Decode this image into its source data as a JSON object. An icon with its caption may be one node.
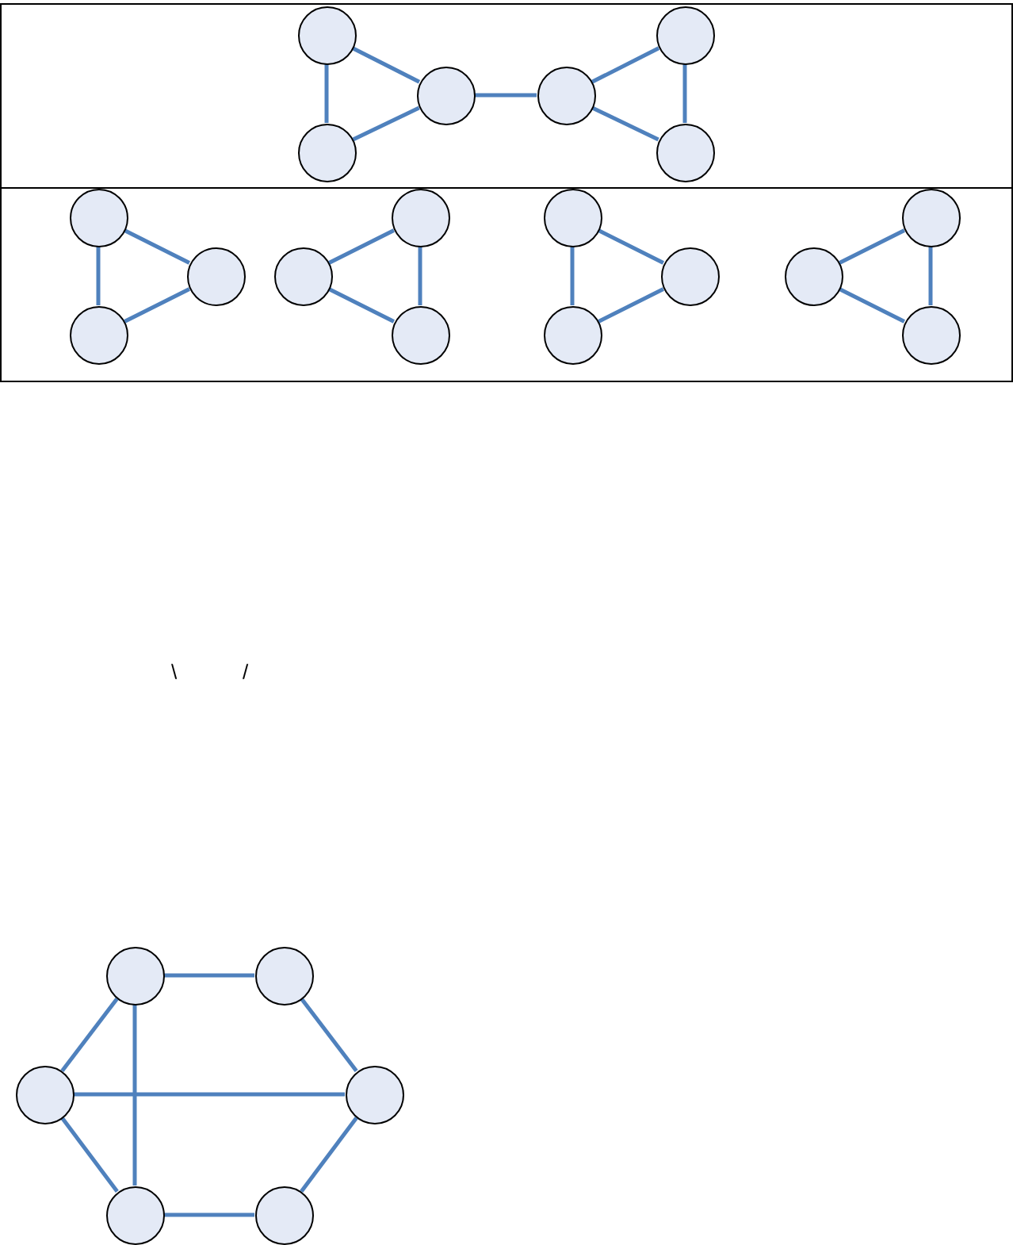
{
  "diagram": {
    "nodes": [
      {
        "text": [],
        "shape": "box"
      },
      {
        "text": [],
        "shape": "circle",
        "in": 0
      },
      {
        "text": [],
        "shape": "circle",
        "in": 0
      },
      {
        "text": [],
        "shape": "circle",
        "in": 0
      },
      {
        "text": [],
        "shape": "circle",
        "in": 0
      },
      {
        "text": [],
        "shape": "circle",
        "in": 0
      },
      {
        "text": [],
        "shape": "circle",
        "in": 0
      },
      {
        "text": [],
        "shape": "box"
      },
      {
        "text": [],
        "shape": "circle",
        "in": 7
      },
      {
        "text": [],
        "shape": "circle",
        "in": 7
      },
      {
        "text": [],
        "shape": "circle",
        "in": 7
      },
      {
        "text": [],
        "shape": "circle",
        "in": 7
      },
      {
        "text": [],
        "shape": "circle",
        "in": 7
      },
      {
        "text": [],
        "shape": "circle",
        "in": 7
      },
      {
        "text": [],
        "shape": "circle",
        "in": 7
      },
      {
        "text": [],
        "shape": "circle",
        "in": 7
      },
      {
        "text": [],
        "shape": "circle",
        "in": 7
      },
      {
        "text": [],
        "shape": "circle",
        "in": 7
      },
      {
        "text": [],
        "shape": "circle",
        "in": 7
      },
      {
        "text": [],
        "shape": "circle",
        "in": 7
      },
      {
        "text": [],
        "shape": "circle"
      },
      {
        "text": [],
        "shape": "circle"
      },
      {
        "text": [],
        "shape": "circle"
      },
      {
        "text": [],
        "shape": "circle"
      },
      {
        "text": [],
        "shape": "circle"
      },
      {
        "text": [],
        "shape": "circle"
      }
    ],
    "edges": [
      {
        "from": 1,
        "to": 2,
        "arrow": "none"
      },
      {
        "from": 1,
        "to": 3,
        "arrow": "none"
      },
      {
        "from": 2,
        "to": 3,
        "arrow": "none"
      },
      {
        "from": 3,
        "to": 4,
        "arrow": "none"
      },
      {
        "from": 4,
        "to": 5,
        "arrow": "none"
      },
      {
        "from": 4,
        "to": 6,
        "arrow": "none"
      },
      {
        "from": 5,
        "to": 6,
        "arrow": "none"
      },
      {
        "from": 8,
        "to": 9,
        "arrow": "none"
      },
      {
        "from": 8,
        "to": 10,
        "arrow": "none"
      },
      {
        "from": 9,
        "to": 10,
        "arrow": "none"
      },
      {
        "from": 11,
        "to": 12,
        "arrow": "none"
      },
      {
        "from": 11,
        "to": 13,
        "arrow": "none"
      },
      {
        "from": 12,
        "to": 13,
        "arrow": "none"
      },
      {
        "from": 14,
        "to": 15,
        "arrow": "none"
      },
      {
        "from": 14,
        "to": 16,
        "arrow": "none"
      },
      {
        "from": 15,
        "to": 16,
        "arrow": "none"
      },
      {
        "from": 17,
        "to": 18,
        "arrow": "none"
      },
      {
        "from": 17,
        "to": 19,
        "arrow": "none"
      },
      {
        "from": 18,
        "to": 19,
        "arrow": "none"
      },
      {
        "from": 20,
        "to": 21,
        "arrow": "none"
      },
      {
        "from": 21,
        "to": 23,
        "arrow": "none"
      },
      {
        "from": 23,
        "to": 25,
        "arrow": "none"
      },
      {
        "from": 25,
        "to": 24,
        "arrow": "none"
      },
      {
        "from": 24,
        "to": 22,
        "arrow": "none"
      },
      {
        "from": 22,
        "to": 20,
        "arrow": "none"
      },
      {
        "from": 22,
        "to": 23,
        "arrow": "none"
      },
      {
        "from": 20,
        "to": 24,
        "arrow": "none"
      }
    ],
    "labels": [
      "\\",
      "/"
    ]
  }
}
